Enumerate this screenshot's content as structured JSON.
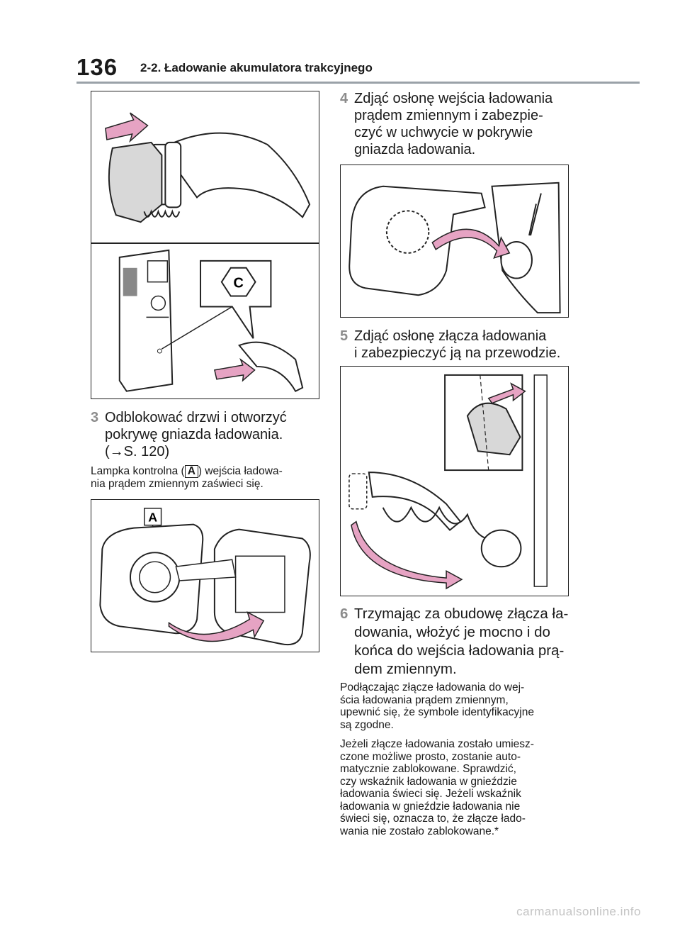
{
  "header": {
    "page_number": "136",
    "section_title": "2-2. Ładowanie akumulatora trakcyjnego"
  },
  "figures": {
    "fig1_label": "C",
    "fig2_label": "A"
  },
  "step3": {
    "number": "3",
    "lines": [
      "Odblokować drzwi i otworzyć",
      "pokrywę gniazda ładowania.",
      "(→S. 120)"
    ],
    "note_prefix": "Lampka kontrolna (",
    "note_label": "A",
    "note_suffix": ") wejścia ładowa-",
    "note_line2": "nia prądem zmiennym  zaświeci się."
  },
  "step4": {
    "number": "4",
    "lines": [
      "Zdjąć osłonę wejścia ładowania",
      "prądem zmiennym i zabezpie-",
      "czyć w uchwycie w pokrywie",
      "gniazda ładowania."
    ]
  },
  "step5": {
    "number": "5",
    "lines": [
      "Zdjąć osłonę złącza ładowania",
      "i zabezpieczyć ją na przewodzie."
    ]
  },
  "step6": {
    "number": "6",
    "lines": [
      "Trzymając za obudowę złącza ła-",
      "dowania, włożyć je mocno i do",
      "końca do wejścia ładowania prą-",
      "dem zmiennym."
    ],
    "note1": [
      "Podłączając złącze ładowania do wej-",
      "ścia ładowania prądem zmiennym,",
      "upewnić się, że symbole identyfikacyjne",
      "są zgodne."
    ],
    "note2": [
      "Jeżeli złącze ładowania zostało umiesz-",
      "czone możliwe prosto, zostanie auto-",
      "matycznie zablokowane. Sprawdzić,",
      "czy wskaźnik ładowania w gnieździe",
      "ładowania świeci się. Jeżeli wskaźnik",
      "ładowania w gnieździe ładowania nie",
      "świeci się, oznacza to, że złącze łado-",
      "wania nie zostało zablokowane.*"
    ]
  },
  "footer": {
    "watermark": "carmanualsonline.info"
  },
  "colors": {
    "arrow_pink": "#e6a3c3",
    "rule_gray": "#9aa2a8",
    "step_num_gray": "#8c8c8c",
    "cap_gray": "#d8d8d8"
  }
}
